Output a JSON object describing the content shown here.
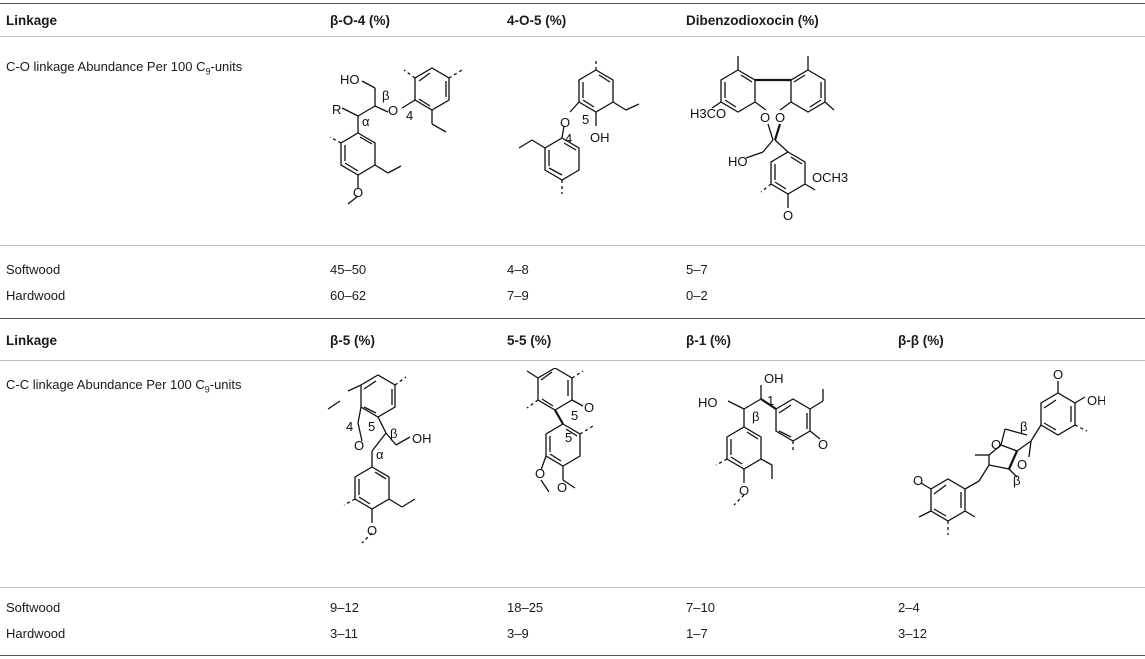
{
  "section1": {
    "headers": [
      "Linkage",
      "β-O-4 (%)",
      "4-O-5 (%)",
      "Dibenzodioxocin (%)"
    ],
    "abundance_label": "C-O linkage Abundance Per 100 C9-units",
    "abundance_prefix": "C-O linkage Abundance Per 100 C",
    "abundance_sub": "9",
    "abundance_suffix": "-units",
    "rows": [
      {
        "label": "Softwood",
        "values": [
          "45–50",
          "4–8",
          "5–7"
        ]
      },
      {
        "label": "Hardwood",
        "values": [
          "60–62",
          "7–9",
          "0–2"
        ]
      }
    ]
  },
  "section2": {
    "headers": [
      "Linkage",
      "β-5 (%)",
      "5-5 (%)",
      "β-1 (%)",
      "β-β (%)"
    ],
    "abundance_label": "C-C linkage Abundance Per 100 C9-units",
    "abundance_prefix": "C-C linkage Abundance Per 100 C",
    "abundance_sub": "9",
    "abundance_suffix": "-units",
    "rows": [
      {
        "label": "Softwood",
        "values": [
          "9–12",
          "18–25",
          "7–10",
          "2–4"
        ]
      },
      {
        "label": "Hardwood",
        "values": [
          "3–11",
          "3–9",
          "1–7",
          "3–12"
        ]
      }
    ]
  },
  "structure_labels": {
    "bo4": [
      "HO",
      "R",
      "α",
      "β",
      "O",
      "4",
      "O"
    ],
    "o5": [
      "5",
      "O",
      "4",
      "OH"
    ],
    "dbdo": [
      "H3CO",
      "O",
      "O",
      "HO",
      "OCH3",
      "O"
    ],
    "b5": [
      "4",
      "5",
      "β",
      "O",
      "α",
      "OH",
      "O"
    ],
    "55": [
      "O",
      "5",
      "5",
      "O",
      "O"
    ],
    "b1": [
      "OH",
      "HO",
      "1",
      "β",
      "O",
      "O"
    ],
    "bb": [
      "OH",
      "β",
      "β",
      "O",
      "O",
      "O",
      "O"
    ]
  }
}
